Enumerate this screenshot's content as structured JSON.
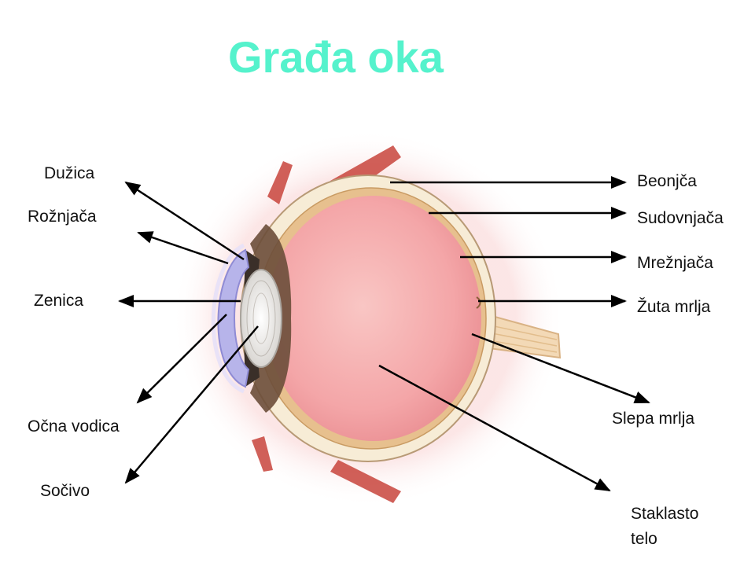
{
  "title": "Građa oka",
  "colors": {
    "title": "#55f2cc",
    "arrow": "#000000",
    "sclera": "#f7ecd6",
    "choroid": "#e7c08e",
    "vitreous": "#f6aeae",
    "iris": "#3a2f29",
    "cornea": "#b7b4ea",
    "muscle": "#c8443c",
    "optic_nerve": "#f3d9b6"
  },
  "labels_left": {
    "duzica": "Dužica",
    "roznjaca": "Rožnjača",
    "zenica": "Zenica",
    "ocna_vodica": "Očna vodica",
    "socivo": "Sočivo"
  },
  "labels_right": {
    "beonjca": "Beonjča",
    "sudovnjaca": "Sudovnjača",
    "mreznjaca": "Mrežnjača",
    "zuta_mrlja": "Žuta mrlja",
    "slepa_mrlja": "Slepa mrlja",
    "staklasto_telo_1": "Staklasto",
    "staklasto_telo_2": "telo"
  }
}
